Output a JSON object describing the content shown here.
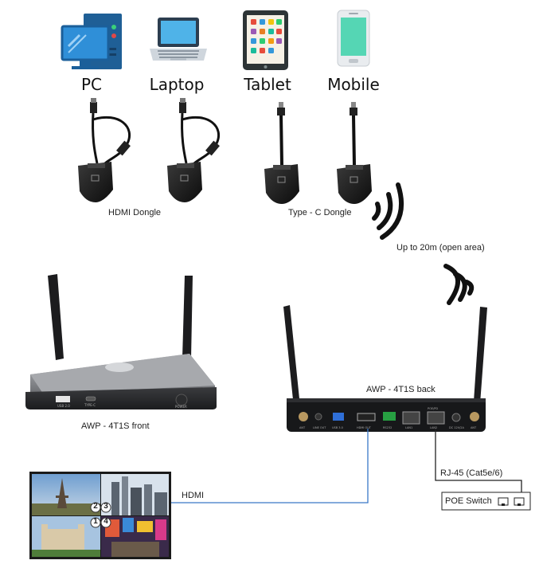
{
  "devices": [
    {
      "label": "PC",
      "icon": "pc-icon"
    },
    {
      "label": "Laptop",
      "icon": "laptop-icon"
    },
    {
      "label": "Tablet",
      "icon": "tablet-icon"
    },
    {
      "label": "Mobile",
      "icon": "mobile-icon"
    }
  ],
  "dongles": {
    "hdmi_label": "HDMI Dongle",
    "typec_label": "Type - C Dongle"
  },
  "wireless": {
    "range_label": "Up to 20m (open area)"
  },
  "receiver": {
    "front_label": "AWP - 4T1S front",
    "back_label": "AWP - 4T1S back",
    "front_port_labels": [
      "USB 2.0",
      "TYPE-C",
      "POWER"
    ],
    "back_port_labels": [
      "ANT",
      "LINE OUT",
      "USB 3.0",
      "HDMI OUT",
      "RS232",
      "LAN1",
      "LAN2",
      "DC 12V/2A",
      "ANT"
    ],
    "back_poe_label": "POE/PD"
  },
  "connections": {
    "hdmi_label": "HDMI",
    "rj45_label": "RJ-45 (Cat5e/6)",
    "poe_switch_label": "POE Switch"
  },
  "display": {
    "quadrant_numbers": [
      "1",
      "2",
      "3",
      "4"
    ]
  },
  "colors": {
    "connector_line": "#3a78c8",
    "device_blue": "#2f8fd8",
    "dongle_body": "#151515",
    "receiver_silver": "#8d8f93"
  }
}
